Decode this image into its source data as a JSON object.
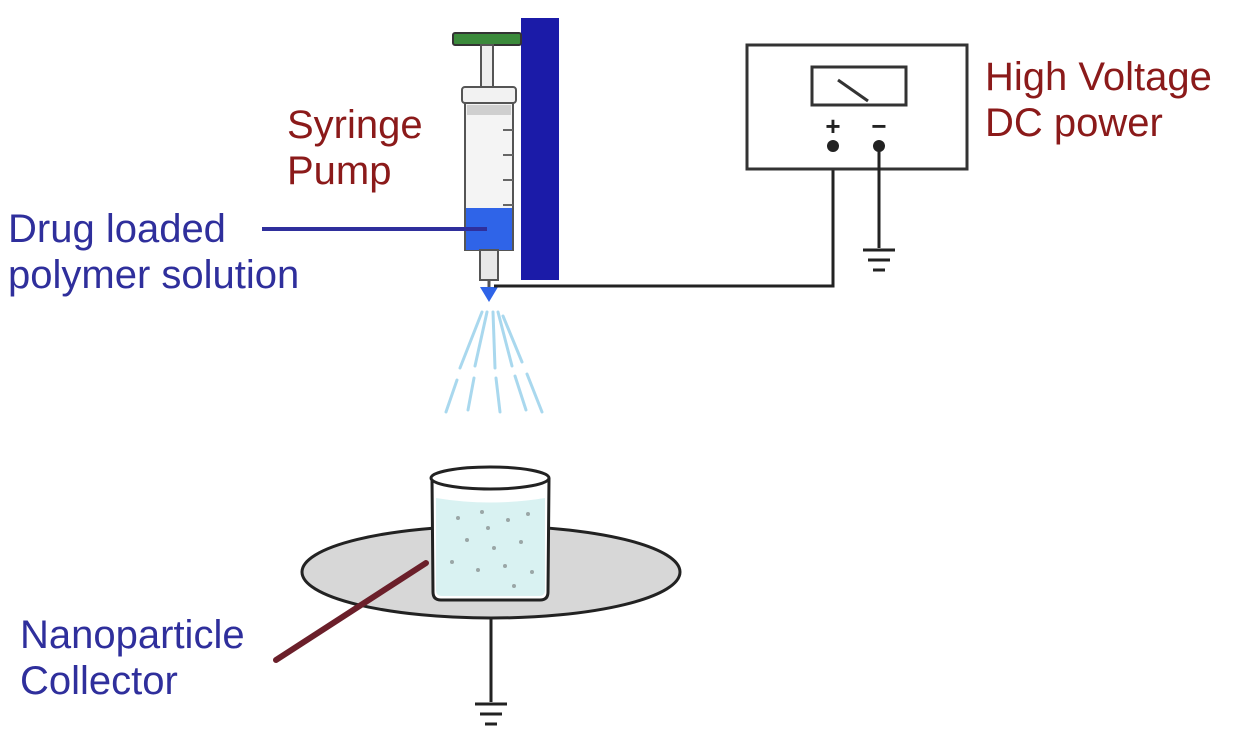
{
  "colors": {
    "label_red": "#8b1a1a",
    "label_blue": "#2f2f9c",
    "pump_body": "#1b1ba8",
    "solution": "#2f64e8",
    "spray": "#a9d8ee",
    "platform": "#d7d7d7",
    "liquid": "#d9f2f2",
    "plunger_cap": "#3b8a3b",
    "pointer": "#6b1f2a",
    "wire": "#222222"
  },
  "labels": {
    "syringe_pump": [
      "Syringe",
      "Pump"
    ],
    "drug_solution": [
      "Drug loaded",
      "polymer solution"
    ],
    "power_supply": [
      "High Voltage",
      "DC power"
    ],
    "collector": [
      "Nanoparticle",
      "Collector"
    ],
    "plus_terminal": "+",
    "minus_terminal": "−"
  }
}
